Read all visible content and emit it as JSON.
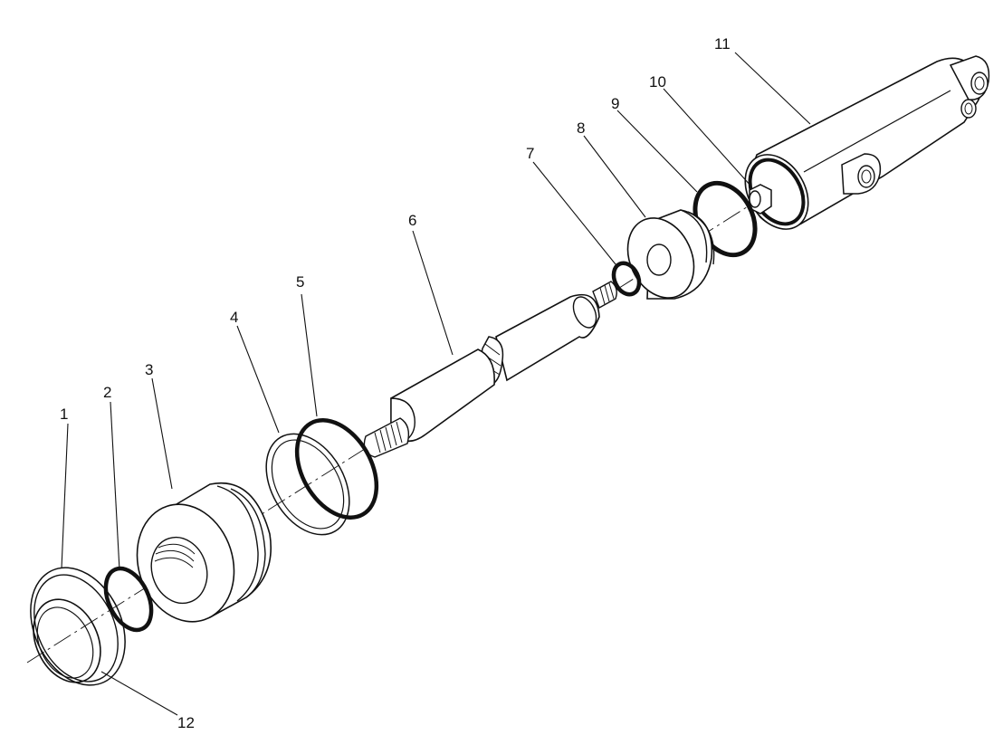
{
  "callouts": [
    {
      "label": "1"
    },
    {
      "label": "2"
    },
    {
      "label": "3"
    },
    {
      "label": "4"
    },
    {
      "label": "5"
    },
    {
      "label": "6"
    },
    {
      "label": "7"
    },
    {
      "label": "8"
    },
    {
      "label": "9"
    },
    {
      "label": "10"
    },
    {
      "label": "11"
    },
    {
      "label": "12"
    }
  ]
}
